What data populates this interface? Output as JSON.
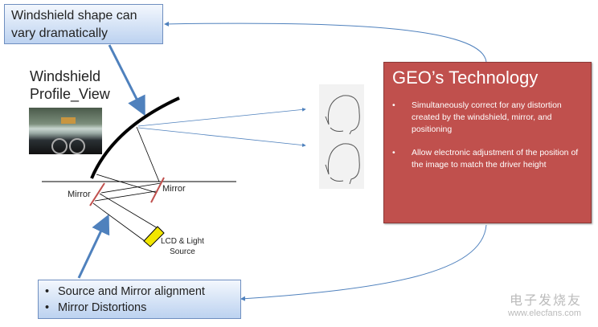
{
  "top_callout": {
    "text": "Windshield shape can vary dramatically"
  },
  "profile": {
    "title_line1": "Windshield",
    "title_line2": "Profile_View"
  },
  "labels": {
    "mirror_left": "Mirror",
    "mirror_right": "Mirror",
    "source_line1": "LCD & Light",
    "source_line2": "Source"
  },
  "geo": {
    "title": "GEO’s Technology",
    "bullets": [
      "Simultaneously correct for any distortion created by the windshield, mirror, and positioning",
      "Allow electronic adjustment of the position of the image to match the driver height"
    ]
  },
  "bottom_callout": {
    "items": [
      "Source and Mirror alignment",
      "Mirror Distortions"
    ]
  },
  "watermark": {
    "cn": "电子发烧友",
    "url": "www.elecfans.com"
  },
  "colors": {
    "geo_box": "#c0504d",
    "callout_border": "#6f8fc0",
    "arrow": "#4f81bd",
    "mirror": "#c0504d",
    "lcd": "#f2e600"
  }
}
